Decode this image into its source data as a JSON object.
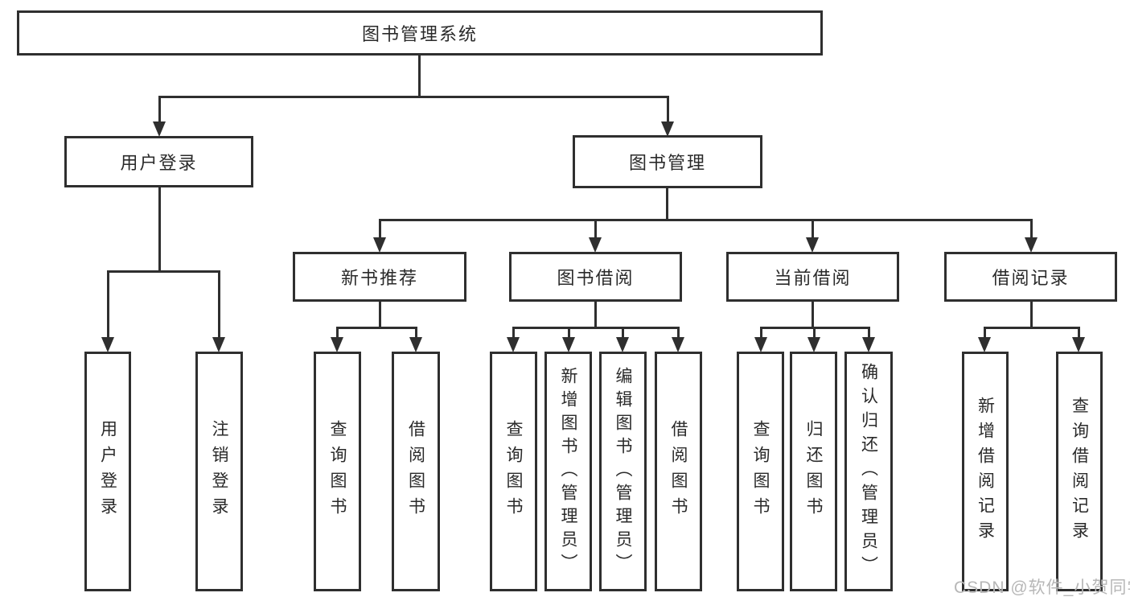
{
  "diagram": {
    "title": "图书管理系统",
    "user_login": {
      "label": "用户登录",
      "leaves": [
        "用户登录",
        "注销登录"
      ]
    },
    "book_mgmt": {
      "label": "图书管理",
      "groups": [
        {
          "label": "新书推荐",
          "leaves": [
            "查询图书",
            "借阅图书"
          ]
        },
        {
          "label": "图书借阅",
          "leaves": [
            "查询图书",
            "新增图书（管理员）",
            "编辑图书（管理员）",
            "借阅图书"
          ]
        },
        {
          "label": "当前借阅",
          "leaves": [
            "查询图书",
            "归还图书",
            "确认归还（管理员）"
          ]
        },
        {
          "label": "借阅记录",
          "leaves": [
            "新增借阅记录",
            "查询借阅记录"
          ]
        }
      ]
    }
  },
  "watermark": {
    "text": "CSDN @软件_小贺同学"
  },
  "colors": {
    "line": "#2f2f2f",
    "text": "#2a2a2a",
    "watermark": "#b7b7b7",
    "background": "#ffffff"
  }
}
